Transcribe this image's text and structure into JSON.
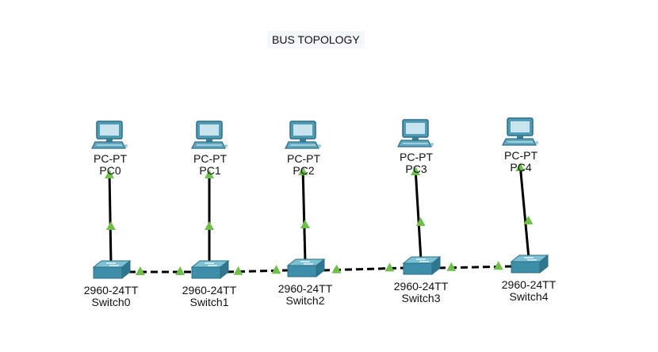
{
  "title": "BUS TOPOLOGY",
  "colors": {
    "link": "#000000",
    "port_up": "#6fbf4a",
    "device": "#3d8ea8"
  },
  "pcs": [
    {
      "model": "PC-PT",
      "name": "PC0",
      "icon": "pc-icon"
    },
    {
      "model": "PC-PT",
      "name": "PC1",
      "icon": "pc-icon"
    },
    {
      "model": "PC-PT",
      "name": "PC2",
      "icon": "pc-icon"
    },
    {
      "model": "PC-PT",
      "name": "PC3",
      "icon": "pc-icon"
    },
    {
      "model": "PC-PT",
      "name": "PC4",
      "icon": "pc-icon"
    }
  ],
  "switches": [
    {
      "model": "2960-24TT",
      "name": "Switch0",
      "icon": "switch-icon"
    },
    {
      "model": "2960-24TT",
      "name": "Switch1",
      "icon": "switch-icon"
    },
    {
      "model": "2960-24TT",
      "name": "Switch2",
      "icon": "switch-icon"
    },
    {
      "model": "2960-24TT",
      "name": "Switch3",
      "icon": "switch-icon"
    },
    {
      "model": "2960-24TT",
      "name": "Switch4",
      "icon": "switch-icon"
    }
  ],
  "links": [
    {
      "from": "PC0",
      "to": "Switch0",
      "type": "straight"
    },
    {
      "from": "PC1",
      "to": "Switch1",
      "type": "straight"
    },
    {
      "from": "PC2",
      "to": "Switch2",
      "type": "straight"
    },
    {
      "from": "PC3",
      "to": "Switch3",
      "type": "straight"
    },
    {
      "from": "PC4",
      "to": "Switch4",
      "type": "straight"
    },
    {
      "from": "Switch0",
      "to": "Switch1",
      "type": "crossover"
    },
    {
      "from": "Switch1",
      "to": "Switch2",
      "type": "crossover"
    },
    {
      "from": "Switch2",
      "to": "Switch3",
      "type": "crossover"
    },
    {
      "from": "Switch3",
      "to": "Switch4",
      "type": "crossover"
    }
  ]
}
